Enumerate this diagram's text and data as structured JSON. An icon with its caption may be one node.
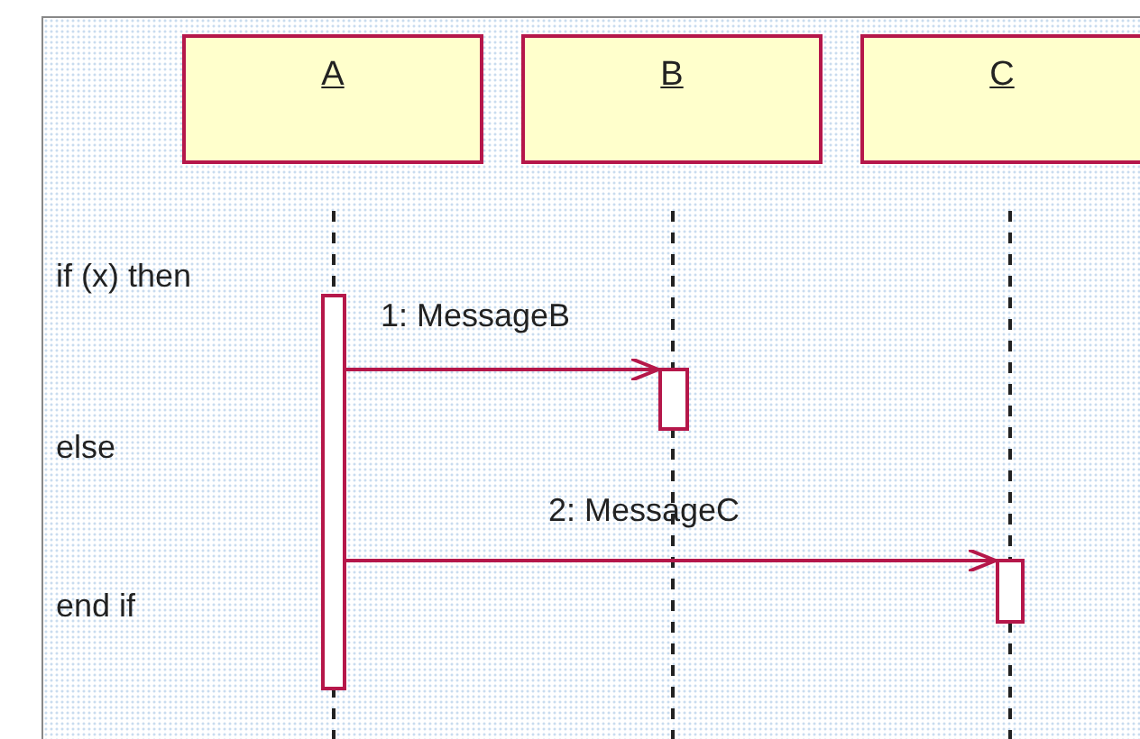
{
  "diagram": {
    "nodes": [
      {
        "text": [
          "A"
        ]
      },
      {
        "text": [
          "B"
        ]
      },
      {
        "text": [
          "C"
        ]
      },
      {
        "text": [],
        "shape": "bar"
      },
      {
        "text": [],
        "shape": "bar"
      },
      {
        "text": [],
        "shape": "bar"
      }
    ],
    "edges": [
      {
        "from": 3,
        "to": 4,
        "arrow": "to",
        "label": "1: MessageB"
      },
      {
        "from": 3,
        "to": 5,
        "arrow": "to",
        "label": "2: MessageC"
      }
    ],
    "labels": [
      "if (x) then",
      "else",
      "end if"
    ]
  }
}
